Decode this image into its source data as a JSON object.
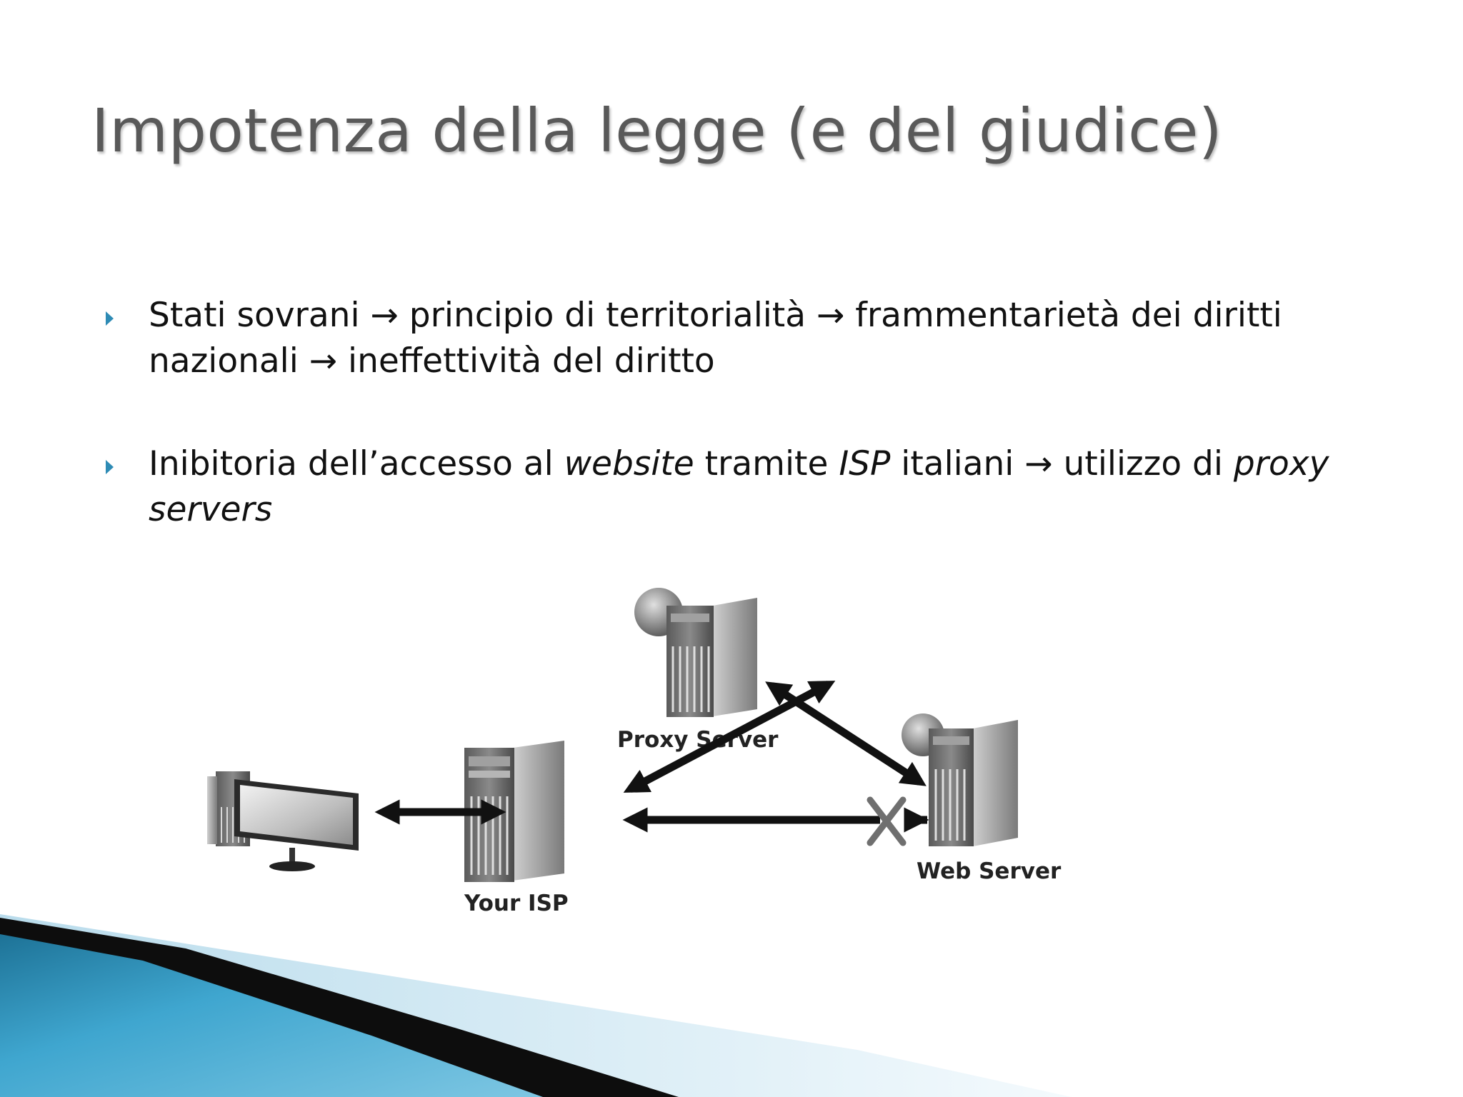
{
  "slide": {
    "title": "Impotenza della legge (e del giudice)",
    "bullets": [
      {
        "parts": [
          {
            "text": "Stati sovrani → principio di territorialità → frammentarietà dei diritti nazionali → ineffettività del diritto",
            "italic": false
          }
        ]
      },
      {
        "parts": [
          {
            "text": "Inibitoria dell’accesso al ",
            "italic": false
          },
          {
            "text": "website",
            "italic": true
          },
          {
            "text": " tramite ",
            "italic": false
          },
          {
            "text": "ISP",
            "italic": true
          },
          {
            "text": " italiani → utilizzo di ",
            "italic": false
          },
          {
            "text": "proxy servers",
            "italic": true
          }
        ]
      }
    ]
  },
  "diagram": {
    "labels": {
      "isp": "Your ISP",
      "proxy": "Proxy Server",
      "web": "Web Server"
    },
    "blocked_path_marker": "x-mark"
  },
  "colors": {
    "title": "#595959",
    "bullet_marker": "#2e8bb5",
    "accent_blue": "#3a9cc9"
  }
}
